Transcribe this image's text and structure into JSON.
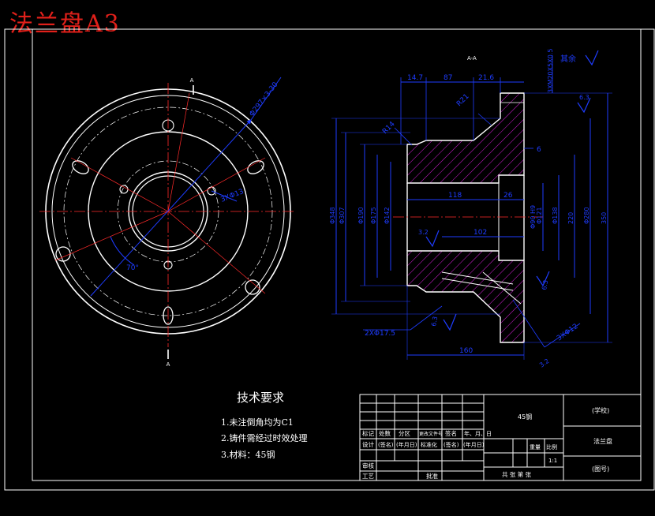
{
  "banner": {
    "title": "法兰盘A3"
  },
  "colors": {
    "outline": "#ffffff",
    "center_line": "#ff2a2a",
    "dimension": "#1e3cff",
    "hatch": "#d61fd6",
    "banner": "#e0201a"
  },
  "front_view": {
    "section_mark_top": "A",
    "section_mark_bottom": "A",
    "dim_bolt_circle": "Φ297×3-30",
    "dim_small_holes": "3XΦ13",
    "dim_angle": "70°"
  },
  "section_view": {
    "title": "A-A",
    "roughness_note": "其余",
    "top_dims": {
      "d1": "14.7",
      "d2": "87",
      "d3": "21.6"
    },
    "dim_thread": "3XM20X5X0.5",
    "radius_labels": {
      "r_top": "R21",
      "r_left": "R14"
    },
    "dim_chamfer": "6",
    "left_diameters": [
      "Φ348",
      "Φ307",
      "Φ190",
      "Φ175",
      "Φ142"
    ],
    "inner_dims": {
      "bore_len": "118",
      "step_len": "26",
      "inner_len": "102",
      "bore_thread": "Φ90 H9"
    },
    "right_diameters": [
      "Φ121",
      "Φ138",
      "220",
      "Φ280",
      "350"
    ],
    "roughness": {
      "r1": "6.3",
      "r2": "3.2",
      "r3": "6.3",
      "r4": "6.3",
      "r5": "3.2"
    },
    "dim_bottom_left": "2XΦ17.5",
    "dim_bottom_right": "3XΦ12",
    "dim_total_len": "160"
  },
  "tech_requirements": {
    "title": "技术要求",
    "items": [
      "1.未注倒角均为C1",
      "2.铸件需经过时效处理",
      "3.材料：45钢"
    ]
  },
  "title_block": {
    "material": "45钢",
    "school": "(学校)",
    "part_name": "法兰盘",
    "drawing_no": "(图号)",
    "row_labels": [
      "标记",
      "处数",
      "分区",
      "更改文件号",
      "签名",
      "年、月、日"
    ],
    "design_row": [
      "设计",
      "(签名)",
      "(年月日)",
      "标准化",
      "(签名)",
      "(年月日)"
    ],
    "review": "审核",
    "process": "工艺",
    "approve": "批准",
    "weight": "重量",
    "scale": "比例",
    "scale_value": "1:1",
    "sheets": "共 张 第 张"
  }
}
